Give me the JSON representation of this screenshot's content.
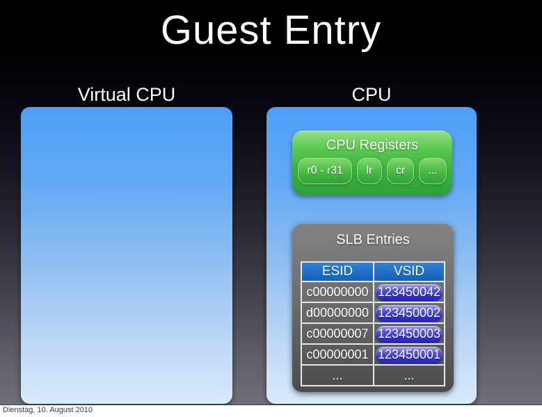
{
  "slide": {
    "title": "Guest Entry",
    "date": "Dienstag, 10. August 2010"
  },
  "panels": {
    "virtual_cpu": {
      "label": "Virtual CPU"
    },
    "cpu": {
      "label": "CPU",
      "cpu_registers": {
        "title": "CPU Registers",
        "registers": [
          "r0 - r31",
          "lr",
          "cr",
          "..."
        ]
      },
      "slb": {
        "title": "SLB Entries",
        "table": {
          "headers": [
            "ESID",
            "VSID"
          ],
          "rows": [
            {
              "esid": "c00000000",
              "vsid": "123450042"
            },
            {
              "esid": "d00000000",
              "vsid": "123450002"
            },
            {
              "esid": "c00000007",
              "vsid": "123450003"
            },
            {
              "esid": "c00000001",
              "vsid": "123450001"
            },
            {
              "esid": "...",
              "vsid": "..."
            }
          ]
        }
      }
    }
  },
  "colors": {
    "panel_blue_top": "#4da0f8",
    "panel_blue_bottom": "#d9eafa",
    "registers_green": "#3bb23f",
    "slb_gray": "#6d6d6d",
    "table_header_blue": "#1668c0",
    "vsid_pill_blue": "#3431cd",
    "background_top": "#000000",
    "background_bottom": "#70707a"
  }
}
